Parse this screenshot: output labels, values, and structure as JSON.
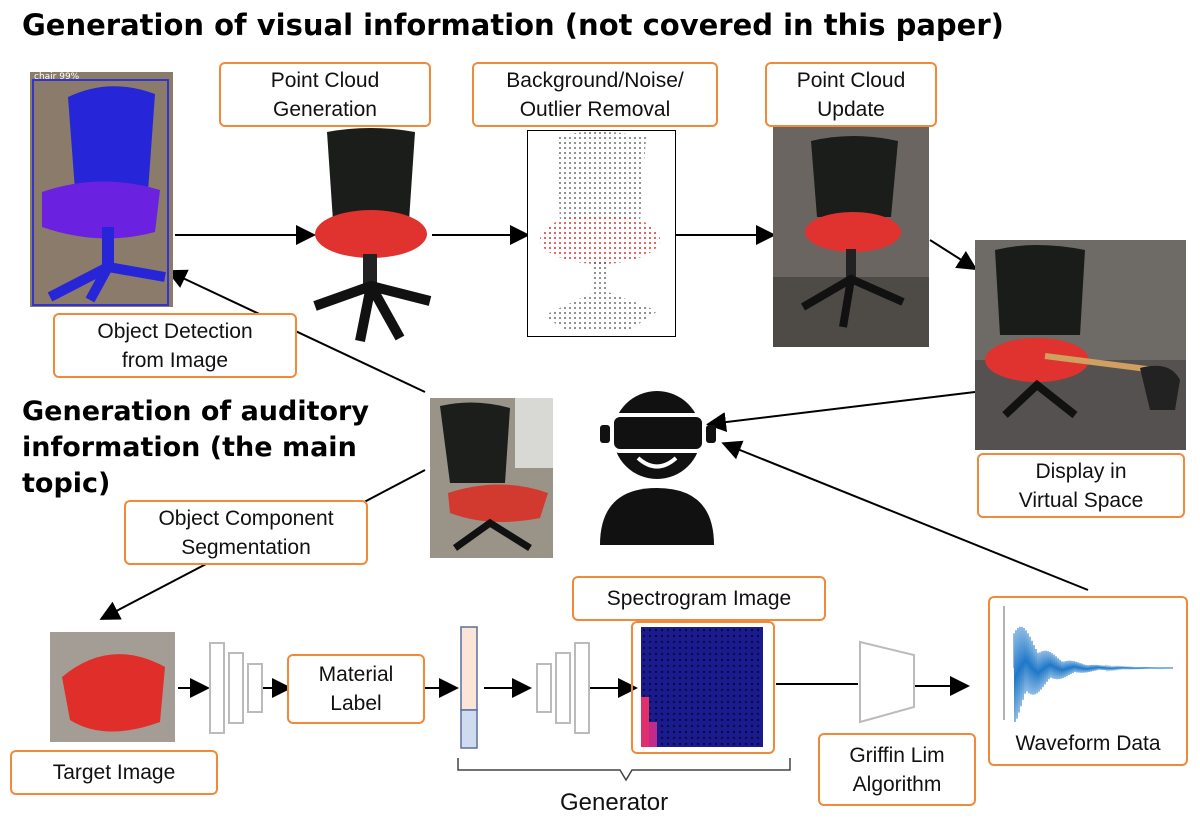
{
  "titles": {
    "visual": "Generation of visual information (not covered in this paper)",
    "auditory": "Generation of auditory\ninformation (the main\ntopic)"
  },
  "boxes": {
    "point_cloud_generation": "Point Cloud\nGeneration",
    "outlier_removal": "Background/Noise/\nOutlier Removal",
    "point_cloud_update": "Point Cloud\nUpdate",
    "object_detection": "Object Detection\nfrom Image",
    "display_virtual_space": "Display in\nVirtual Space",
    "object_component_segmentation": "Object Component\nSegmentation",
    "target_image": "Target Image",
    "material_label": "Material\nLabel",
    "spectrogram_image": "Spectrogram Image",
    "griffin_lim": "Griffin Lim\nAlgorithm",
    "waveform_data": "Waveform Data"
  },
  "detection_overlay": "chair 99%",
  "generator_label": "Generator",
  "icons": [
    "vr-user-icon"
  ],
  "colors": {
    "box_border": "#f08a3a",
    "detection_blue": "#2a2ad8",
    "seat_red": "#e0322f",
    "spectrogram_bg": "#1a1a8c"
  }
}
